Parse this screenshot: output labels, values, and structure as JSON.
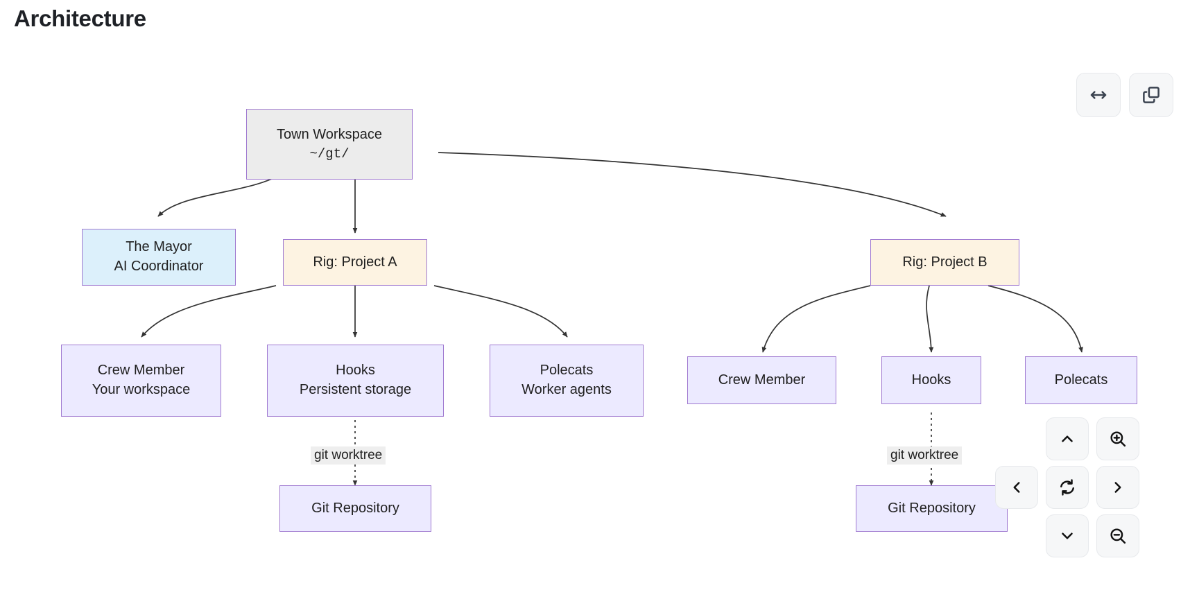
{
  "page": {
    "title": "Architecture"
  },
  "toolbar": {
    "fit_width_icon": "arrows-horizontal-icon",
    "fit_width_label": "Fit width",
    "copy_icon": "copy-icon",
    "copy_label": "Copy"
  },
  "navpad": {
    "pan_up_icon": "chevron-up-icon",
    "pan_up_label": "Pan up",
    "pan_down_icon": "chevron-down-icon",
    "pan_down_label": "Pan down",
    "pan_left_icon": "chevron-left-icon",
    "pan_left_label": "Pan left",
    "pan_right_icon": "chevron-right-icon",
    "pan_right_label": "Pan right",
    "reset_icon": "refresh-icon",
    "reset_label": "Reset view",
    "zoom_in_icon": "magnifier-plus-icon",
    "zoom_in_label": "Zoom in",
    "zoom_out_icon": "magnifier-minus-icon",
    "zoom_out_label": "Zoom out"
  },
  "diagram": {
    "type": "flowchart",
    "direction": "top-down",
    "colors": {
      "node_border": "#9f78d0",
      "fill_grey": "#ececec",
      "fill_blue": "#dcf0fb",
      "fill_cream": "#fdf3e2",
      "fill_lilac": "#eceaff",
      "edge_stroke": "#333333",
      "edge_label_bg": "#eeeeee"
    },
    "nodes": [
      {
        "id": "town",
        "line1": "Town Workspace",
        "line2": "~/gt/",
        "line2_mono": true,
        "fill": "grey"
      },
      {
        "id": "mayor",
        "line1": "The Mayor",
        "line2": "AI Coordinator",
        "line2_mono": false,
        "fill": "blue"
      },
      {
        "id": "rigA",
        "line1": "Rig: Project A",
        "line2": "",
        "line2_mono": false,
        "fill": "cream"
      },
      {
        "id": "rigB",
        "line1": "Rig: Project B",
        "line2": "",
        "line2_mono": false,
        "fill": "cream"
      },
      {
        "id": "crewA",
        "line1": "Crew Member",
        "line2": "Your workspace",
        "line2_mono": false,
        "fill": "lilac"
      },
      {
        "id": "hooksA",
        "line1": "Hooks",
        "line2": "Persistent storage",
        "line2_mono": false,
        "fill": "lilac"
      },
      {
        "id": "polecatsA",
        "line1": "Polecats",
        "line2": "Worker agents",
        "line2_mono": false,
        "fill": "lilac"
      },
      {
        "id": "crewB",
        "line1": "Crew Member",
        "line2": "",
        "line2_mono": false,
        "fill": "lilac"
      },
      {
        "id": "hooksB",
        "line1": "Hooks",
        "line2": "",
        "line2_mono": false,
        "fill": "lilac"
      },
      {
        "id": "polecatsB",
        "line1": "Polecats",
        "line2": "",
        "line2_mono": false,
        "fill": "lilac"
      },
      {
        "id": "gitA",
        "line1": "Git Repository",
        "line2": "",
        "line2_mono": false,
        "fill": "lilac"
      },
      {
        "id": "gitB",
        "line1": "Git Repository",
        "line2": "",
        "line2_mono": false,
        "fill": "lilac"
      }
    ],
    "edges": [
      {
        "from": "town",
        "to": "mayor",
        "label": "",
        "style": "solid"
      },
      {
        "from": "town",
        "to": "rigA",
        "label": "",
        "style": "solid"
      },
      {
        "from": "town",
        "to": "rigB",
        "label": "",
        "style": "solid"
      },
      {
        "from": "rigA",
        "to": "crewA",
        "label": "",
        "style": "solid"
      },
      {
        "from": "rigA",
        "to": "hooksA",
        "label": "",
        "style": "solid"
      },
      {
        "from": "rigA",
        "to": "polecatsA",
        "label": "",
        "style": "solid"
      },
      {
        "from": "rigB",
        "to": "crewB",
        "label": "",
        "style": "solid"
      },
      {
        "from": "rigB",
        "to": "hooksB",
        "label": "",
        "style": "solid"
      },
      {
        "from": "rigB",
        "to": "polecatsB",
        "label": "",
        "style": "solid"
      },
      {
        "from": "hooksA",
        "to": "gitA",
        "label": "git worktree",
        "style": "dotted"
      },
      {
        "from": "hooksB",
        "to": "gitB",
        "label": "git worktree",
        "style": "dotted"
      }
    ],
    "edge_labels": {
      "worktree_a": "git worktree",
      "worktree_b": "git worktree"
    }
  }
}
